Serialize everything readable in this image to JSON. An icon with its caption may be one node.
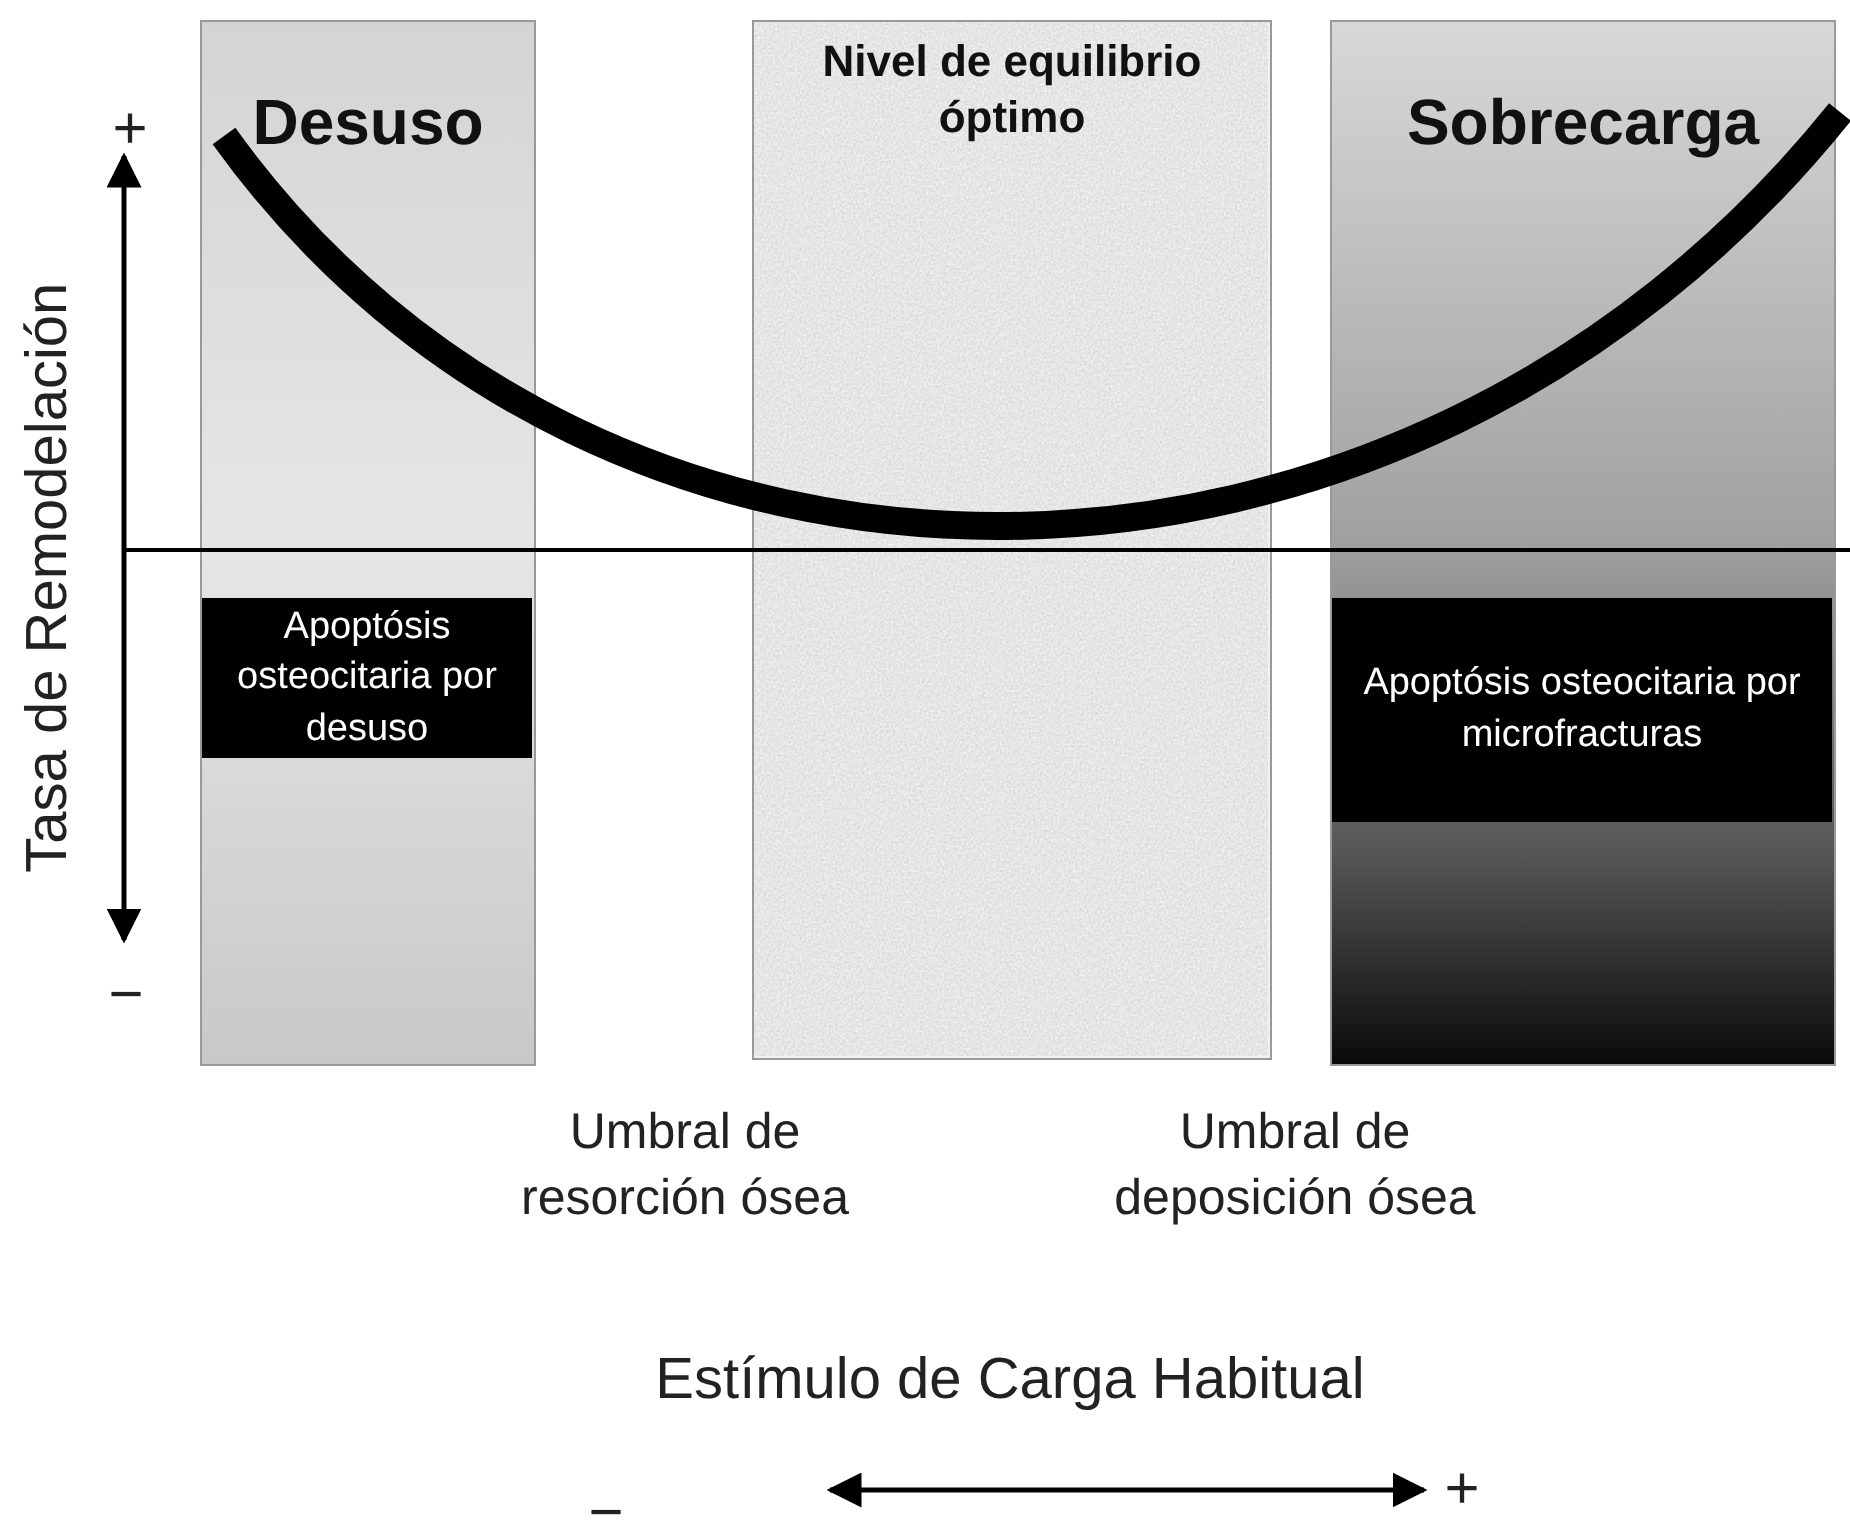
{
  "diagram": {
    "nodes": [
      {
        "text": [
          "Desuso"
        ]
      },
      {
        "text": [
          "Nivel de equilibrio óptimo"
        ]
      },
      {
        "text": [
          "Sobrecarga"
        ]
      },
      {
        "text": [
          "Apoptósis osteocitaria por desuso"
        ],
        "in": 0
      },
      {
        "text": [
          "Apoptósis osteocitaria por microfracturas"
        ],
        "in": 2
      }
    ],
    "labels": [
      "+",
      "−",
      "Tasa de Remodelación",
      "Umbral de resorción ósea",
      "Umbral de deposición ósea",
      "Estímulo de Carga Habitual",
      "−",
      "+"
    ]
  }
}
